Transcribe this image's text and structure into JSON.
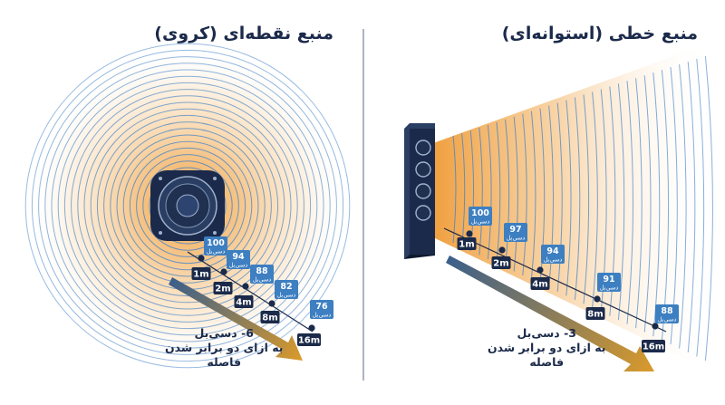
{
  "left_panel": {
    "title": "منبع نقطه‌ای (کروی)",
    "note_lines": [
      "6- دسی‌بل",
      "به ازای دو برابر شدن",
      "فاصله"
    ],
    "markers": [
      {
        "distance": "1m",
        "level": "100",
        "unit": "دسی‌بل"
      },
      {
        "distance": "2m",
        "level": "94",
        "unit": "دسی‌بل"
      },
      {
        "distance": "4m",
        "level": "88",
        "unit": "دسی‌بل"
      },
      {
        "distance": "8m",
        "level": "82",
        "unit": "دسی‌بل"
      },
      {
        "distance": "16m",
        "level": "76",
        "unit": "دسی‌بل"
      }
    ]
  },
  "right_panel": {
    "title": "منبع خطی (استوانه‌ای)",
    "note_lines": [
      "3- دسی‌بل",
      "به ازای دو برابر شدن",
      "فاصله"
    ],
    "markers": [
      {
        "distance": "1m",
        "level": "100",
        "unit": "دسی‌بل"
      },
      {
        "distance": "2m",
        "level": "97",
        "unit": "دسی‌بل"
      },
      {
        "distance": "4m",
        "level": "94",
        "unit": "دسی‌بل"
      },
      {
        "distance": "8m",
        "level": "91",
        "unit": "دسی‌بل"
      },
      {
        "distance": "16m",
        "level": "88",
        "unit": "دسی‌بل"
      }
    ]
  },
  "colors": {
    "navy": "#1b2a4a",
    "wave_blue": "#4a86c8",
    "label_blue": "#3d7fc1",
    "orange": "#f0a040",
    "arrow_gold": "#d99a2b"
  }
}
